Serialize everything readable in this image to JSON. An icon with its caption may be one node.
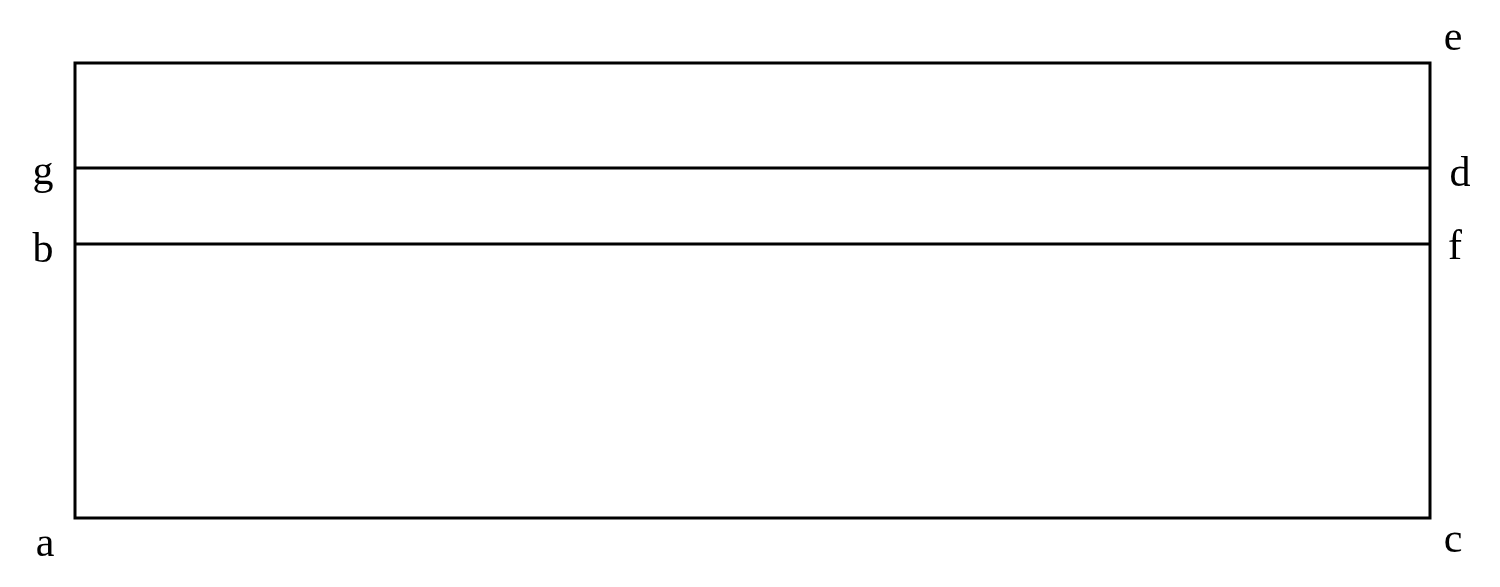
{
  "diagram": {
    "labels": [
      "e",
      "g",
      "d",
      "b",
      "f",
      "a",
      "c"
    ]
  }
}
